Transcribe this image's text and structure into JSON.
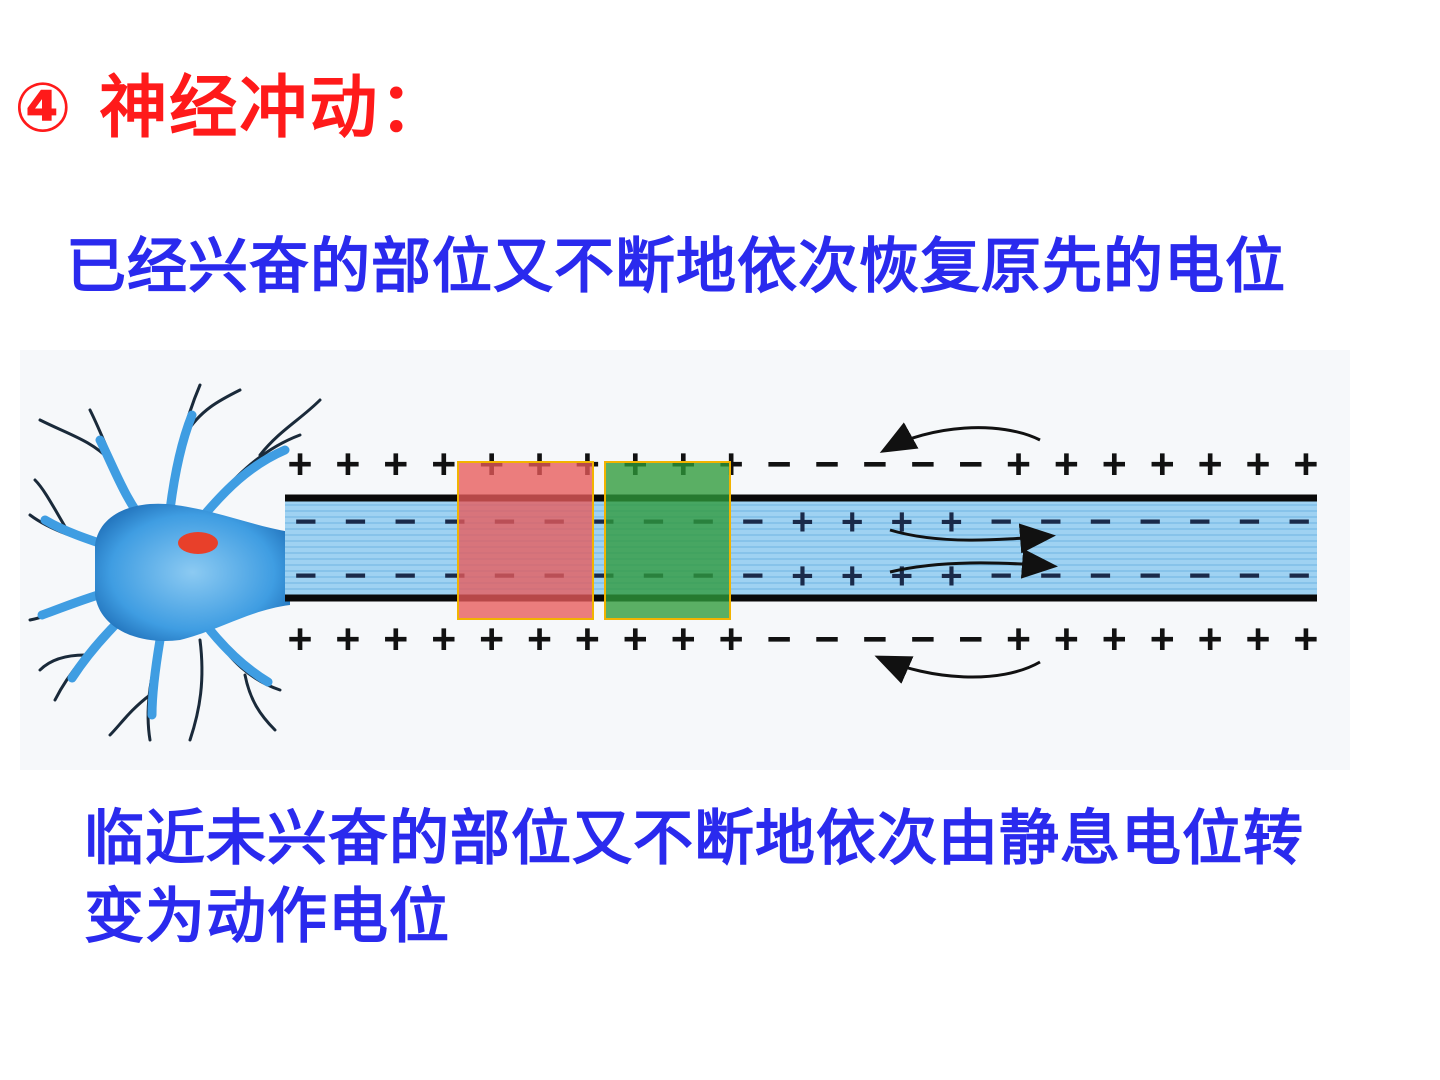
{
  "title": "④ 神经冲动：",
  "recover_text": "已经兴奋的部位又不断地依次恢复原先的电位",
  "excite_text": {
    "line1": "临近未兴奋的部位又不断地依次由静息电位转",
    "line2": "变为动作电位"
  },
  "diagram": {
    "outer_top_signs": "++++++++++−−−−−+++++++",
    "outer_bottom_signs": "++++++++++−−−−−+++++++",
    "inner_top_signs": "−−−−−−−−−−++++−−−−−−−",
    "inner_bottom_signs": "−−−−−−−−−−++++−−−−−−−",
    "colors": {
      "neuron": "#4aa6e8",
      "axon": "#a8d8f4",
      "membrane": "#0a0a0a",
      "nucleus": "#e8402a",
      "recovered_box": "#e85a5a",
      "excited_box": "#2e9a3a"
    }
  }
}
